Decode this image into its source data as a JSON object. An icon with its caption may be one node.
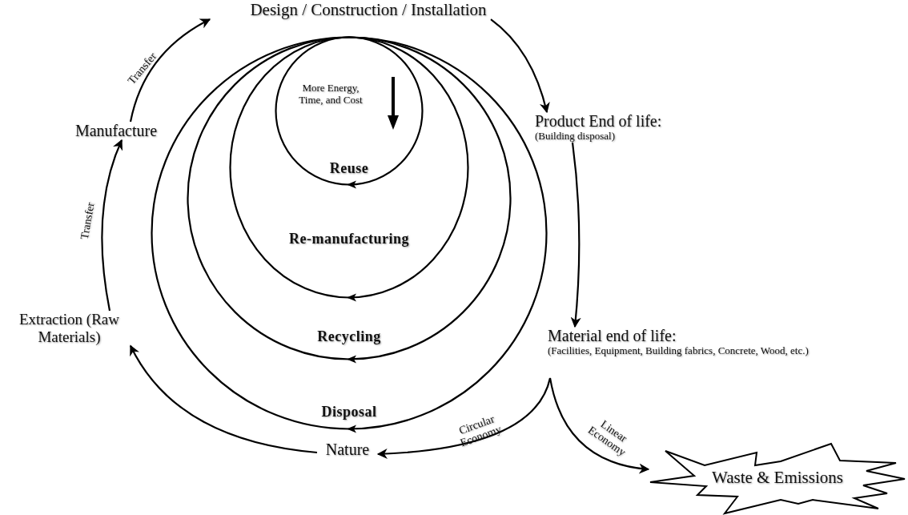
{
  "diagram": {
    "nodes": [
      {
        "text": [
          "Design / Construction / Installation"
        ]
      },
      {
        "text": [
          "Disposal"
        ]
      },
      {
        "text": [
          "Recycling"
        ],
        "in": 1
      },
      {
        "text": [
          "Re-manufacturing"
        ],
        "in": 2
      },
      {
        "text": [
          "More Energy, Time, and Cost",
          "Reuse"
        ],
        "in": 3
      },
      {
        "text": [
          "Manufacture"
        ]
      },
      {
        "text": [
          "Product End of life:",
          "(Building disposal)"
        ]
      },
      {
        "text": [
          "Extraction (Raw Materials)"
        ]
      },
      {
        "text": [
          "Material end of life:",
          "(Facilities, Equipment, Building fabrics, Concrete, Wood, etc.)"
        ]
      },
      {
        "text": [
          "Nature"
        ]
      },
      {
        "text": [
          "Waste & Emissions"
        ]
      }
    ],
    "edges": [
      {
        "from": 0,
        "to": 6,
        "arrow": "to"
      },
      {
        "from": 6,
        "to": 8,
        "arrow": "to"
      },
      {
        "from": 8,
        "to": 9,
        "arrow": "to",
        "label": "Circular Economy"
      },
      {
        "from": 8,
        "to": 10,
        "arrow": "to",
        "label": "Linear Economy"
      },
      {
        "from": 9,
        "to": 7,
        "arrow": "to"
      },
      {
        "from": 7,
        "to": 5,
        "arrow": "to",
        "label": "Transfer"
      },
      {
        "from": 5,
        "to": 0,
        "arrow": "to",
        "label": "Transfer"
      }
    ]
  }
}
